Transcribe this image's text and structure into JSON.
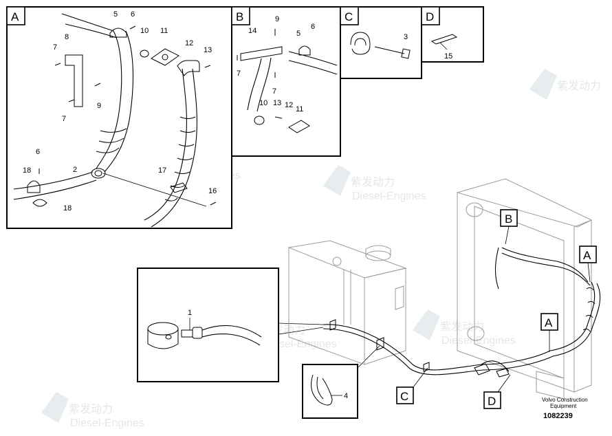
{
  "panels": {
    "A": {
      "label": "A",
      "callouts": [
        "5",
        "6",
        "10",
        "11",
        "12",
        "13",
        "8",
        "7",
        "7",
        "9",
        "6",
        "18",
        "2",
        "17",
        "16",
        "18"
      ]
    },
    "B": {
      "label": "B",
      "callouts": [
        "9",
        "14",
        "5",
        "6",
        "7",
        "7",
        "10",
        "13",
        "12",
        "11"
      ]
    },
    "C": {
      "label": "C",
      "callouts": [
        "3"
      ]
    },
    "D": {
      "label": "D",
      "callouts": [
        "15"
      ]
    },
    "detail_1": {
      "callouts": [
        "1"
      ]
    },
    "detail_4": {
      "callouts": [
        "4"
      ]
    }
  },
  "main_view_labels": [
    "B",
    "A",
    "A",
    "C",
    "D"
  ],
  "footer": {
    "line1": "Volvo Construction",
    "line2": "Equipment",
    "number": "1082239"
  },
  "watermark": {
    "cn": "紫发动力",
    "en": "Diesel-Engines"
  }
}
